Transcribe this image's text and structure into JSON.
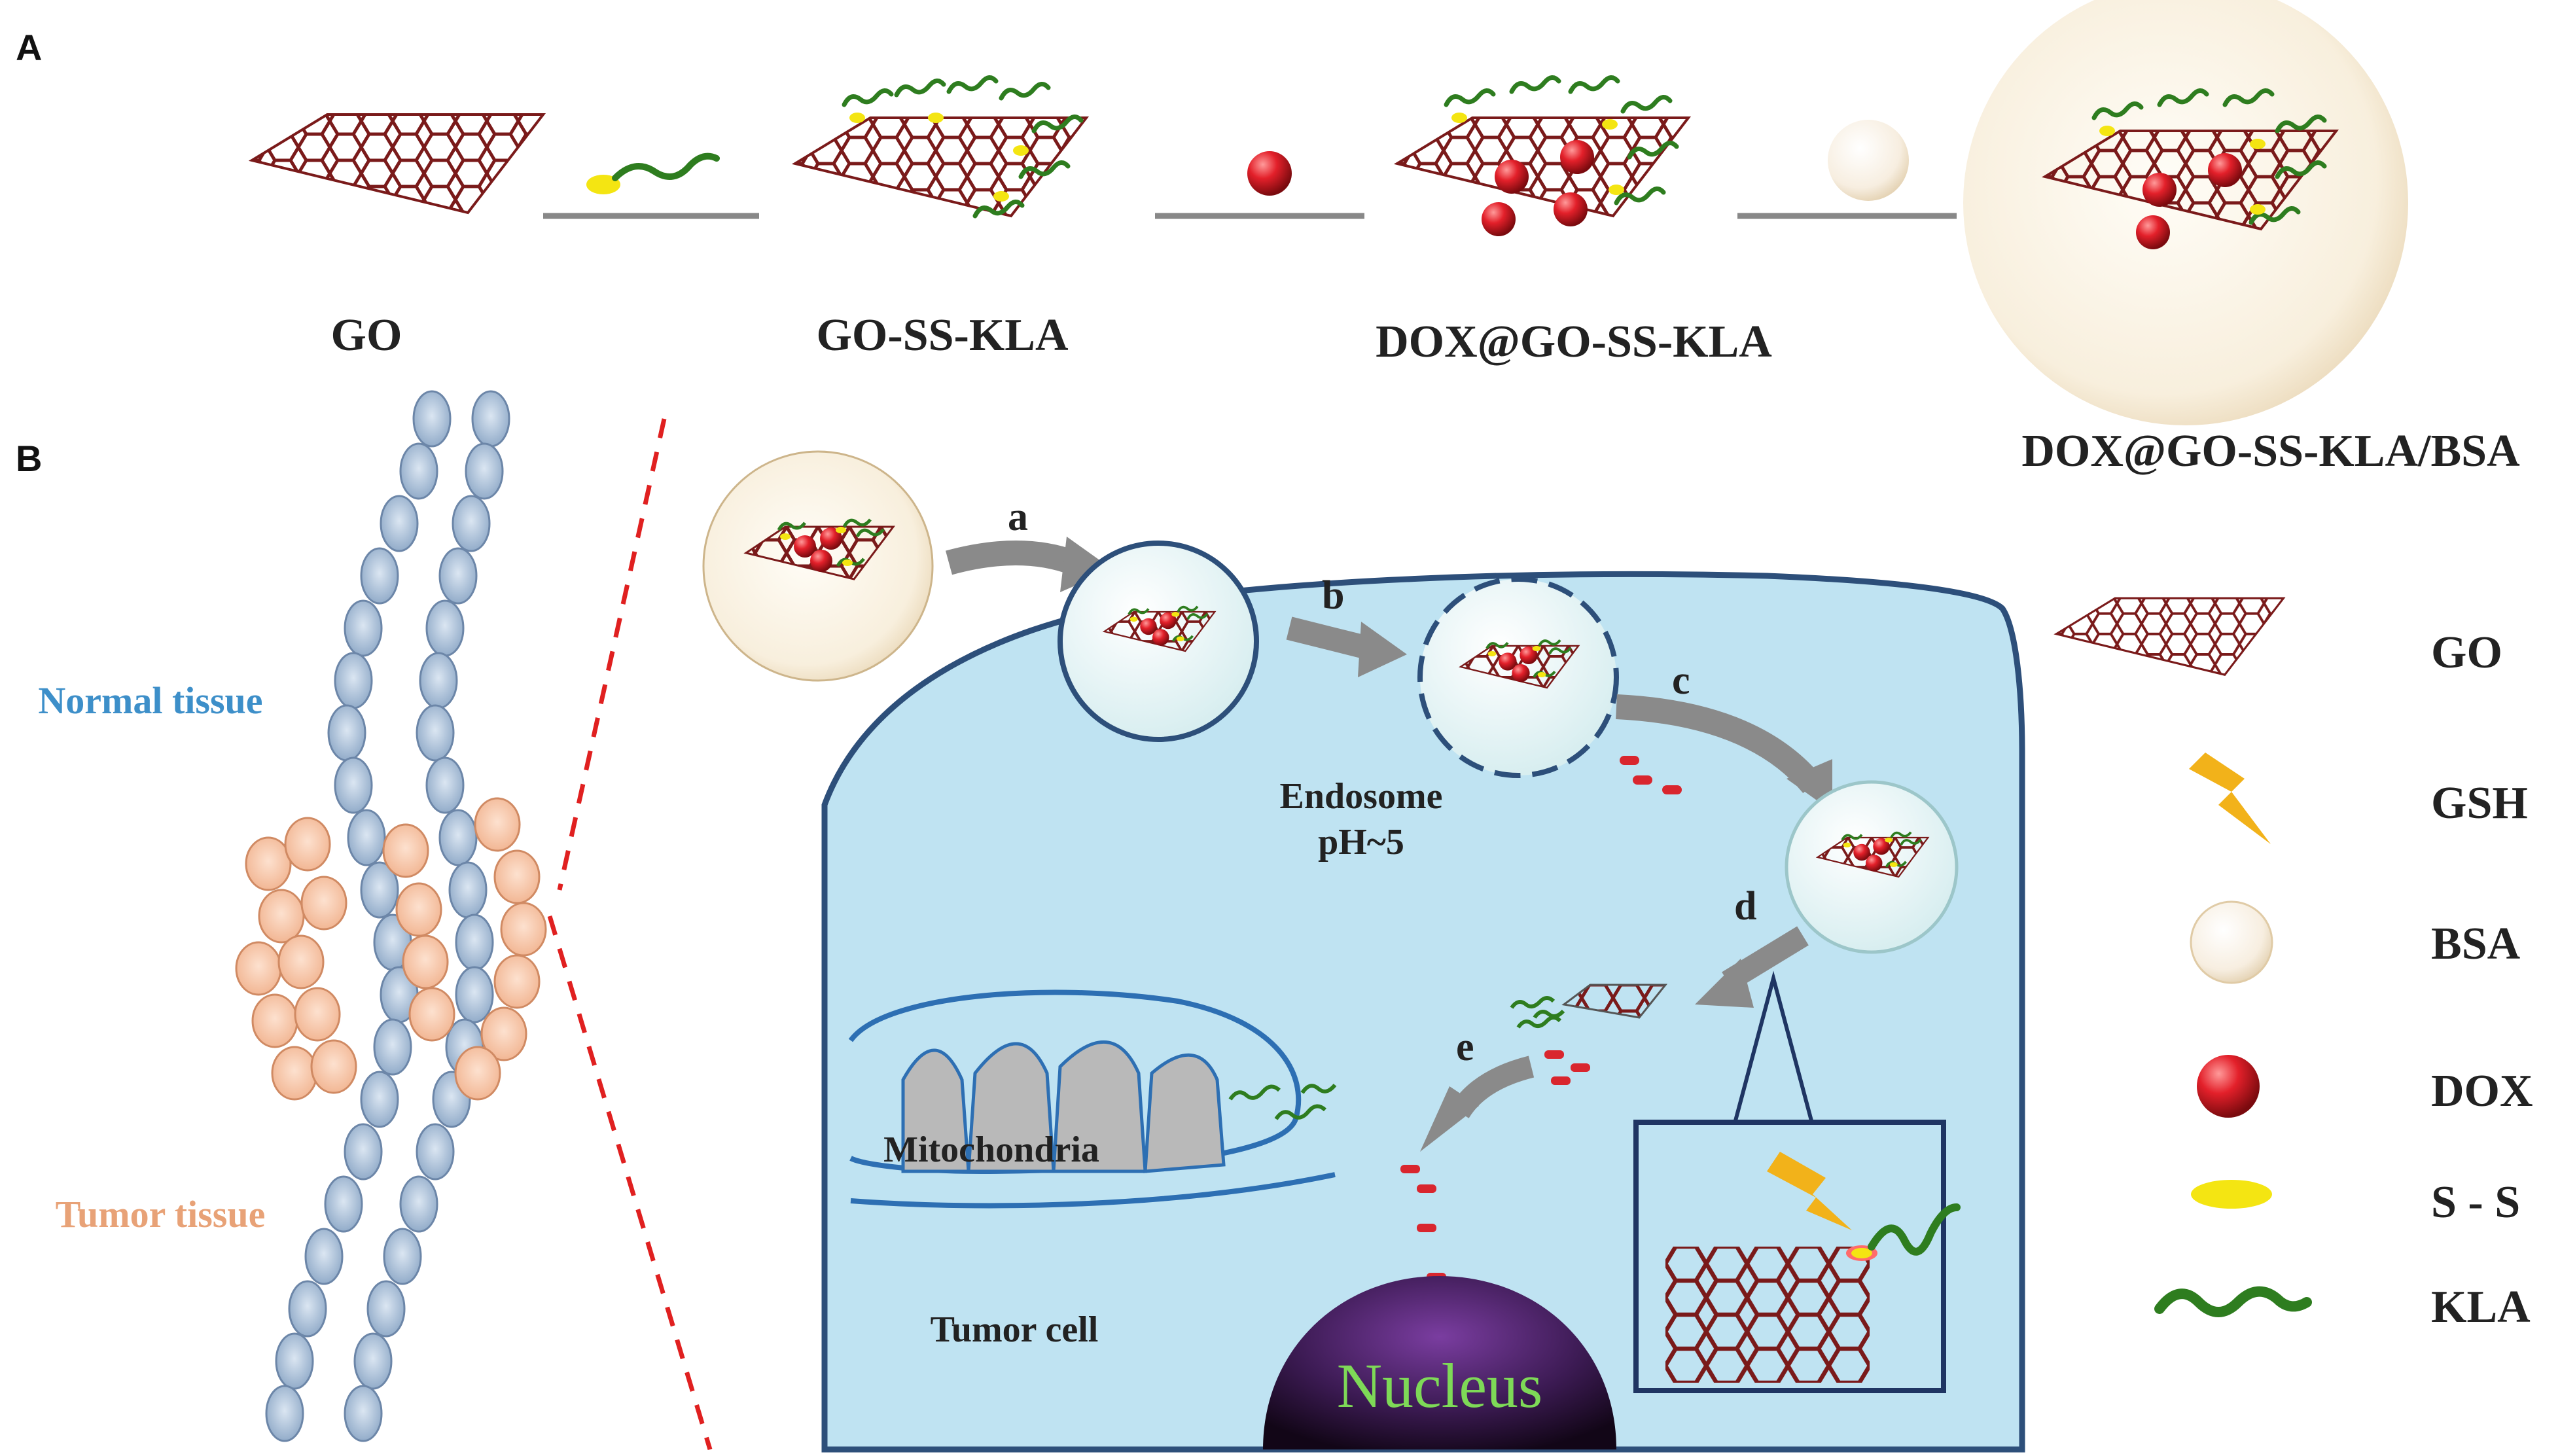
{
  "panels": {
    "a": "A",
    "b": "B"
  },
  "row_a": {
    "go": "GO",
    "go_ss_kla": "GO-SS-KLA",
    "dox_go_ss_kla": "DOX@GO-SS-KLA",
    "dox_go_ss_kla_bsa": "DOX@GO-SS-KLA/BSA"
  },
  "tissue": {
    "normal": "Normal tissue",
    "tumor": "Tumor tissue"
  },
  "steps": {
    "a": "a",
    "b": "b",
    "c": "c",
    "d": "d",
    "e": "e"
  },
  "cell": {
    "endosome": "Endosome",
    "ph": "pH~5",
    "mitochondria": "Mitochondria",
    "tumor_cell": "Tumor cell",
    "nucleus": "Nucleus"
  },
  "legend": [
    {
      "icon": "graphene-sheet-icon",
      "label": "GO"
    },
    {
      "icon": "lightning-bolt-icon",
      "label": "GSH"
    },
    {
      "icon": "bsa-sphere-icon",
      "label": "BSA"
    },
    {
      "icon": "dox-sphere-icon",
      "label": "DOX"
    },
    {
      "icon": "disulfide-ellipse-icon",
      "label": "S - S"
    },
    {
      "icon": "kla-wave-icon",
      "label": "KLA"
    }
  ],
  "colors": {
    "cytoplasm": "#bfe3f2",
    "membrane": "#2d4f7a",
    "normal_text": "#3d8fc9",
    "tumor_text": "#e8a277",
    "dox": "#d9262e",
    "kla": "#2e7d1f",
    "disulfide": "#f4e512",
    "gsh": "#f2b21a",
    "nucleus": "#3b1a52",
    "nucleus_text": "#7ed957"
  }
}
